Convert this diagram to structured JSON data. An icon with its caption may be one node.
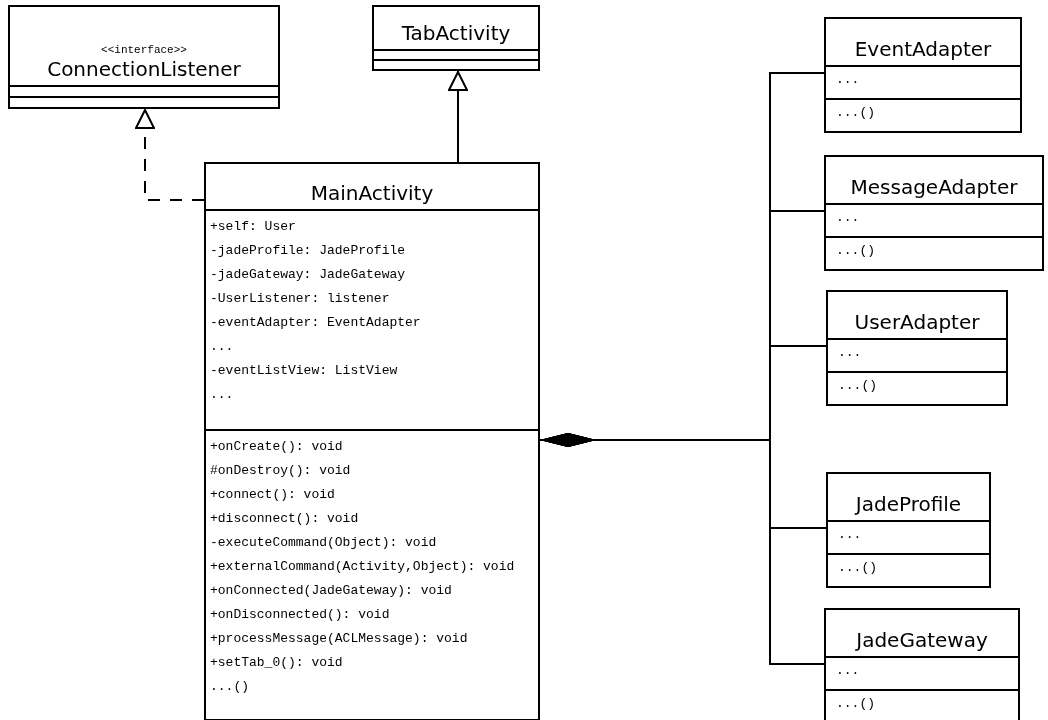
{
  "diagram": {
    "nodes": [
      {
        "text": [
          "<<interface>>",
          "ConnectionListener"
        ]
      },
      {
        "text": [
          "TabActivity"
        ]
      },
      {
        "text": [
          "MainActivity",
          "+self: User",
          "-jadeProfile: JadeProfile",
          "-jadeGateway: JadeGateway",
          "-UserListener: listener",
          "-eventAdapter: EventAdapter",
          "...",
          "-eventListView: ListView",
          "...",
          "+onCreate(): void",
          "#onDestroy(): void",
          "+connect(): void",
          "+disconnect(): void",
          "-executeCommand(Object): void",
          "+externalCommand(Activity,Object): void",
          "+onConnected(JadeGateway): void",
          "+onDisconnected(): void",
          "+processMessage(ACLMessage): void",
          "+setTab_0(): void",
          "...()"
        ]
      },
      {
        "text": [
          "EventAdapter",
          "...",
          "...()"
        ]
      },
      {
        "text": [
          "MessageAdapter",
          "...",
          "...()"
        ]
      },
      {
        "text": [
          "UserAdapter",
          "...",
          "...()"
        ]
      },
      {
        "text": [
          "JadeProfile",
          "...",
          "...()"
        ]
      },
      {
        "text": [
          "JadeGateway",
          "...",
          "...()"
        ]
      }
    ],
    "edges": [
      {
        "from": 2,
        "to": 0,
        "arrow": "to",
        "style": "dashed"
      },
      {
        "from": 2,
        "to": 1,
        "arrow": "to"
      },
      {
        "from": 2,
        "to": 3,
        "arrow": "other"
      },
      {
        "from": 2,
        "to": 4,
        "arrow": "other"
      },
      {
        "from": 2,
        "to": 5,
        "arrow": "other"
      },
      {
        "from": 2,
        "to": 6,
        "arrow": "other"
      },
      {
        "from": 2,
        "to": 7,
        "arrow": "other"
      }
    ]
  }
}
